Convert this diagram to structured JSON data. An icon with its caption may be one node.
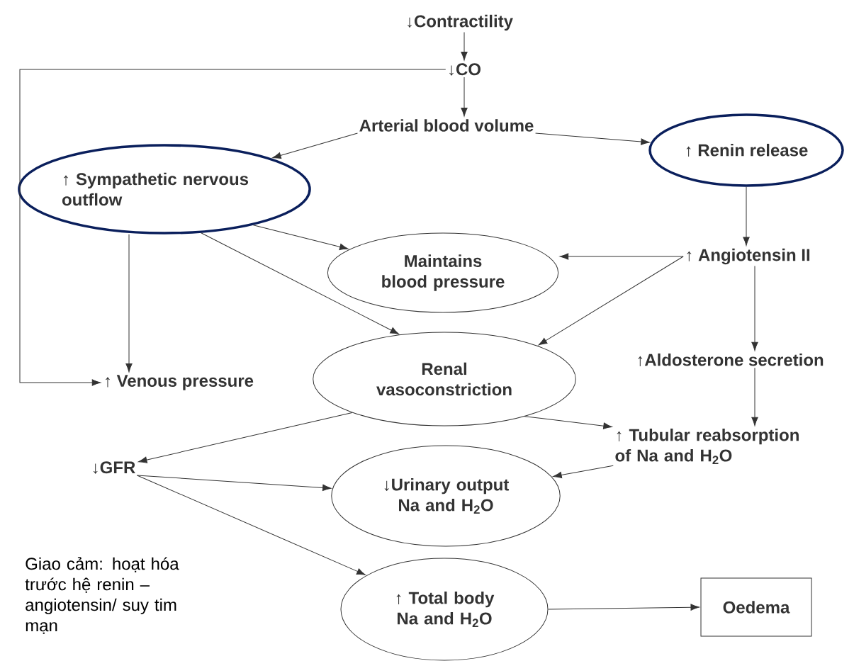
{
  "diagram": {
    "nodes": [
      {
        "text": [
          "↓Contractility"
        ]
      },
      {
        "text": [
          "↓CO"
        ]
      },
      {
        "text": [
          "Arterial blood volume"
        ]
      },
      {
        "text": [
          "↑ Sympathetic nervous outflow"
        ]
      },
      {
        "text": [
          "↑ Renin release"
        ]
      },
      {
        "text": [
          "Maintains blood pressure"
        ]
      },
      {
        "text": [
          "↑ Angiotensin II"
        ]
      },
      {
        "text": [
          "Renal vasoconstriction"
        ]
      },
      {
        "text": [
          "↑ Venous pressure"
        ]
      },
      {
        "text": [
          "↑Aldosterone secretion"
        ]
      },
      {
        "text": [
          "↑ Tubular reabsorption of Na and H$_{2}$O"
        ]
      },
      {
        "text": [
          "↓GFR"
        ]
      },
      {
        "text": [
          "↓Urinary output Na and H$_{2}$O"
        ]
      },
      {
        "text": [
          "↑ Total body Na and H$_{2}$O"
        ]
      },
      {
        "text": [
          "Oedema"
        ]
      }
    ],
    "edges": [
      {
        "from": 0,
        "to": 1,
        "arrow": "to"
      },
      {
        "from": 1,
        "to": 2,
        "arrow": "to"
      },
      {
        "from": 1,
        "to": 8,
        "arrow": "to"
      },
      {
        "from": 2,
        "to": 3,
        "arrow": "to"
      },
      {
        "from": 2,
        "to": 4,
        "arrow": "to"
      },
      {
        "from": 3,
        "to": 5,
        "arrow": "to"
      },
      {
        "from": 3,
        "to": 7,
        "arrow": "to"
      },
      {
        "from": 3,
        "to": 8,
        "arrow": "to"
      },
      {
        "from": 4,
        "to": 6,
        "arrow": "to"
      },
      {
        "from": 6,
        "to": 5,
        "arrow": "to"
      },
      {
        "from": 6,
        "to": 7,
        "arrow": "to"
      },
      {
        "from": 6,
        "to": 9,
        "arrow": "to"
      },
      {
        "from": 9,
        "to": 10,
        "arrow": "to"
      },
      {
        "from": 7,
        "to": 11,
        "arrow": "to"
      },
      {
        "from": 7,
        "to": 10,
        "arrow": "to"
      },
      {
        "from": 10,
        "to": 12,
        "arrow": "to"
      },
      {
        "from": 11,
        "to": 12,
        "arrow": "to"
      },
      {
        "from": 11,
        "to": 13,
        "arrow": "to"
      },
      {
        "from": 13,
        "to": 14,
        "arrow": "to"
      }
    ],
    "labels": [
      "Giao cảm: hoạt hóa trước hệ renin – angiotensin/ suy tim mạn"
    ]
  }
}
